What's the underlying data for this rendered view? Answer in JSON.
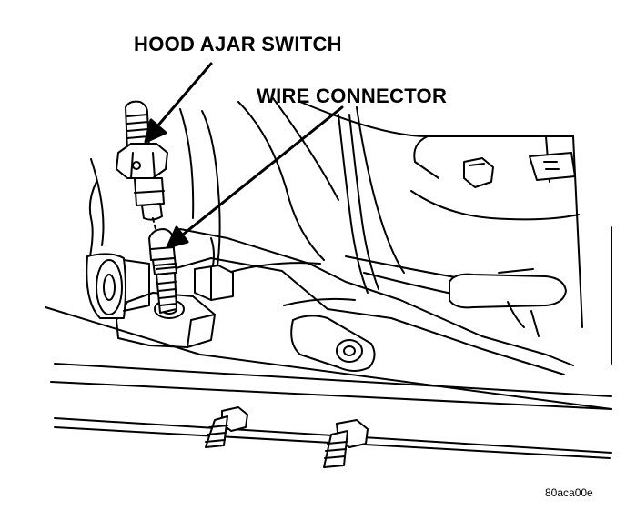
{
  "labels": {
    "hood_ajar_switch": "HOOD AJAR SWITCH",
    "wire_connector": "WIRE CONNECTOR",
    "figure_ref": "80aca00e"
  },
  "colors": {
    "ink": "#000000",
    "paper": "#ffffff",
    "shade": "#c8c8c8"
  }
}
